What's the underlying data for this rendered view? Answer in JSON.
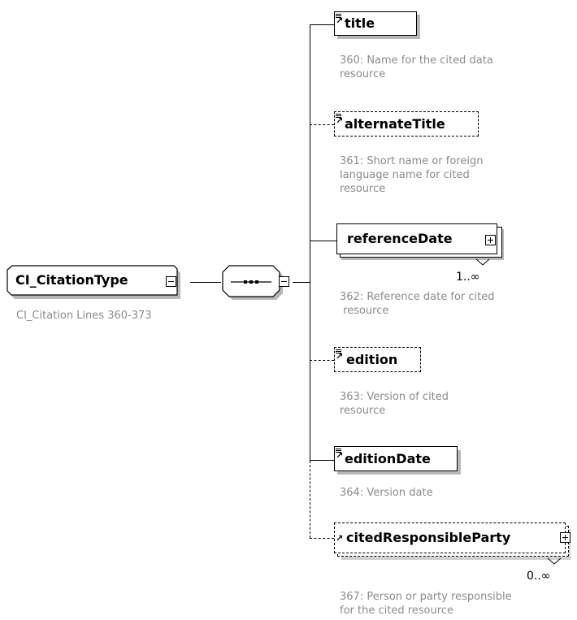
{
  "root": {
    "name": "CI_CitationType",
    "doc": "CI_Citation Lines 360-373"
  },
  "sequence": {
    "symbol": "•••"
  },
  "children": [
    {
      "name": "title",
      "doc_lines": [
        "360: Name for the cited data",
        "resource"
      ],
      "optional": false,
      "multiplicity": ""
    },
    {
      "name": "alternateTitle",
      "doc_lines": [
        "361: Short name or foreign",
        "language name for cited",
        "resource"
      ],
      "optional": true,
      "multiplicity": ""
    },
    {
      "name": "referenceDate",
      "doc_lines": [
        "362: Reference date for cited",
        " resource"
      ],
      "optional": false,
      "multiplicity": "1..∞"
    },
    {
      "name": "edition",
      "doc_lines": [
        "363: Version of cited",
        "resource"
      ],
      "optional": true,
      "multiplicity": ""
    },
    {
      "name": "editionDate",
      "doc_lines": [
        "364: Version date"
      ],
      "optional": false,
      "multiplicity": ""
    },
    {
      "name": "citedResponsibleParty",
      "doc_lines": [
        "367: Person or party responsible",
        "for the cited resource"
      ],
      "optional": true,
      "multiplicity": "0..∞"
    }
  ]
}
